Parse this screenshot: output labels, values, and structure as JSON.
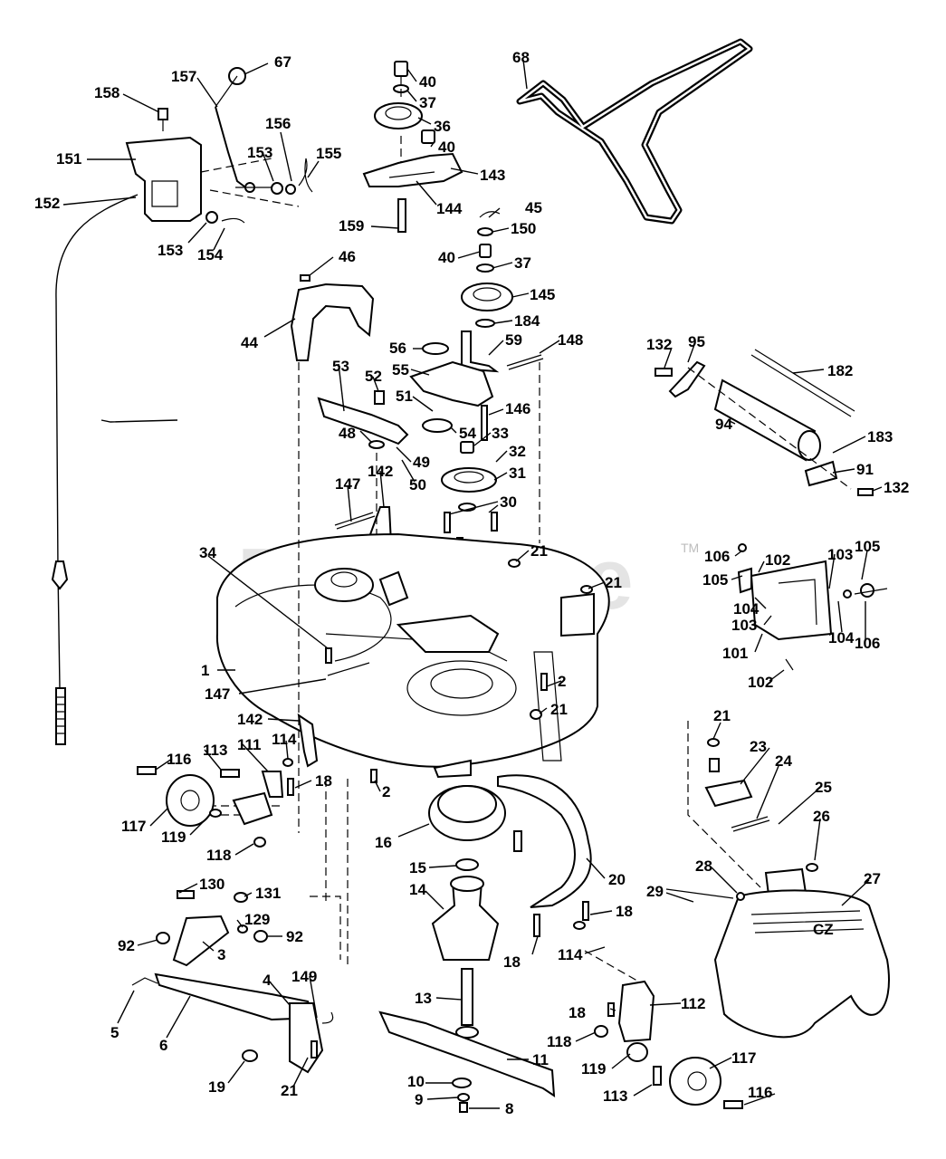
{
  "watermark": "PartsTree",
  "trademark": "TM",
  "labels": [
    {
      "id": "67",
      "text": "67"
    },
    {
      "id": "157",
      "text": "157"
    },
    {
      "id": "158",
      "text": "158"
    },
    {
      "id": "151",
      "text": "151"
    },
    {
      "id": "156",
      "text": "156"
    },
    {
      "id": "153a",
      "text": "153"
    },
    {
      "id": "155",
      "text": "155"
    },
    {
      "id": "152",
      "text": "152"
    },
    {
      "id": "153b",
      "text": "153"
    },
    {
      "id": "154",
      "text": "154"
    },
    {
      "id": "40a",
      "text": "40"
    },
    {
      "id": "37a",
      "text": "37"
    },
    {
      "id": "36",
      "text": "36"
    },
    {
      "id": "40b",
      "text": "40"
    },
    {
      "id": "143",
      "text": "143"
    },
    {
      "id": "144",
      "text": "144"
    },
    {
      "id": "159",
      "text": "159"
    },
    {
      "id": "68",
      "text": "68"
    },
    {
      "id": "45",
      "text": "45"
    },
    {
      "id": "150",
      "text": "150"
    },
    {
      "id": "40c",
      "text": "40"
    },
    {
      "id": "37b",
      "text": "37"
    },
    {
      "id": "145",
      "text": "145"
    },
    {
      "id": "184",
      "text": "184"
    },
    {
      "id": "46",
      "text": "46"
    },
    {
      "id": "44",
      "text": "44"
    },
    {
      "id": "56",
      "text": "56"
    },
    {
      "id": "59",
      "text": "59"
    },
    {
      "id": "148",
      "text": "148"
    },
    {
      "id": "55",
      "text": "55"
    },
    {
      "id": "53",
      "text": "53"
    },
    {
      "id": "52",
      "text": "52"
    },
    {
      "id": "51",
      "text": "51"
    },
    {
      "id": "146",
      "text": "146"
    },
    {
      "id": "54",
      "text": "54"
    },
    {
      "id": "33",
      "text": "33"
    },
    {
      "id": "48",
      "text": "48"
    },
    {
      "id": "49",
      "text": "49"
    },
    {
      "id": "50",
      "text": "50"
    },
    {
      "id": "32",
      "text": "32"
    },
    {
      "id": "31",
      "text": "31"
    },
    {
      "id": "147a",
      "text": "147"
    },
    {
      "id": "142a",
      "text": "142"
    },
    {
      "id": "30",
      "text": "30"
    },
    {
      "id": "132a",
      "text": "132"
    },
    {
      "id": "95",
      "text": "95"
    },
    {
      "id": "182",
      "text": "182"
    },
    {
      "id": "94",
      "text": "94"
    },
    {
      "id": "183",
      "text": "183"
    },
    {
      "id": "91",
      "text": "91"
    },
    {
      "id": "132b",
      "text": "132"
    },
    {
      "id": "34",
      "text": "34"
    },
    {
      "id": "21a",
      "text": "21"
    },
    {
      "id": "21b",
      "text": "21"
    },
    {
      "id": "106a",
      "text": "106"
    },
    {
      "id": "102a",
      "text": "102"
    },
    {
      "id": "105a",
      "text": "105"
    },
    {
      "id": "103a",
      "text": "103"
    },
    {
      "id": "105b",
      "text": "105"
    },
    {
      "id": "104a",
      "text": "104"
    },
    {
      "id": "103b",
      "text": "103"
    },
    {
      "id": "104b",
      "text": "104"
    },
    {
      "id": "106b",
      "text": "106"
    },
    {
      "id": "101",
      "text": "101"
    },
    {
      "id": "102b",
      "text": "102"
    },
    {
      "id": "1",
      "text": "1"
    },
    {
      "id": "147b",
      "text": "147"
    },
    {
      "id": "2a",
      "text": "2"
    },
    {
      "id": "21c",
      "text": "21"
    },
    {
      "id": "142b",
      "text": "142"
    },
    {
      "id": "114a",
      "text": "114"
    },
    {
      "id": "116a",
      "text": "116"
    },
    {
      "id": "113a",
      "text": "113"
    },
    {
      "id": "111",
      "text": "111"
    },
    {
      "id": "18a",
      "text": "18"
    },
    {
      "id": "2b",
      "text": "2"
    },
    {
      "id": "21d",
      "text": "21"
    },
    {
      "id": "23",
      "text": "23"
    },
    {
      "id": "24",
      "text": "24"
    },
    {
      "id": "25",
      "text": "25"
    },
    {
      "id": "26",
      "text": "26"
    },
    {
      "id": "117a",
      "text": "117"
    },
    {
      "id": "119a",
      "text": "119"
    },
    {
      "id": "118a",
      "text": "118"
    },
    {
      "id": "16",
      "text": "16"
    },
    {
      "id": "28",
      "text": "28"
    },
    {
      "id": "27",
      "text": "27"
    },
    {
      "id": "29",
      "text": "29"
    },
    {
      "id": "15",
      "text": "15"
    },
    {
      "id": "20",
      "text": "20"
    },
    {
      "id": "130",
      "text": "130"
    },
    {
      "id": "131",
      "text": "131"
    },
    {
      "id": "14",
      "text": "14"
    },
    {
      "id": "18b",
      "text": "18"
    },
    {
      "id": "129",
      "text": "129"
    },
    {
      "id": "92a",
      "text": "92"
    },
    {
      "id": "92b",
      "text": "92"
    },
    {
      "id": "3",
      "text": "3"
    },
    {
      "id": "114b",
      "text": "114"
    },
    {
      "id": "18c",
      "text": "18"
    },
    {
      "id": "4",
      "text": "4"
    },
    {
      "id": "149",
      "text": "149"
    },
    {
      "id": "13",
      "text": "13"
    },
    {
      "id": "112",
      "text": "112"
    },
    {
      "id": "5",
      "text": "5"
    },
    {
      "id": "6",
      "text": "6"
    },
    {
      "id": "18d",
      "text": "18"
    },
    {
      "id": "118b",
      "text": "118"
    },
    {
      "id": "11",
      "text": "11"
    },
    {
      "id": "119b",
      "text": "119"
    },
    {
      "id": "117b",
      "text": "117"
    },
    {
      "id": "19",
      "text": "19"
    },
    {
      "id": "21e",
      "text": "21"
    },
    {
      "id": "10",
      "text": "10"
    },
    {
      "id": "9",
      "text": "9"
    },
    {
      "id": "113b",
      "text": "113"
    },
    {
      "id": "116b",
      "text": "116"
    },
    {
      "id": "8",
      "text": "8"
    }
  ]
}
